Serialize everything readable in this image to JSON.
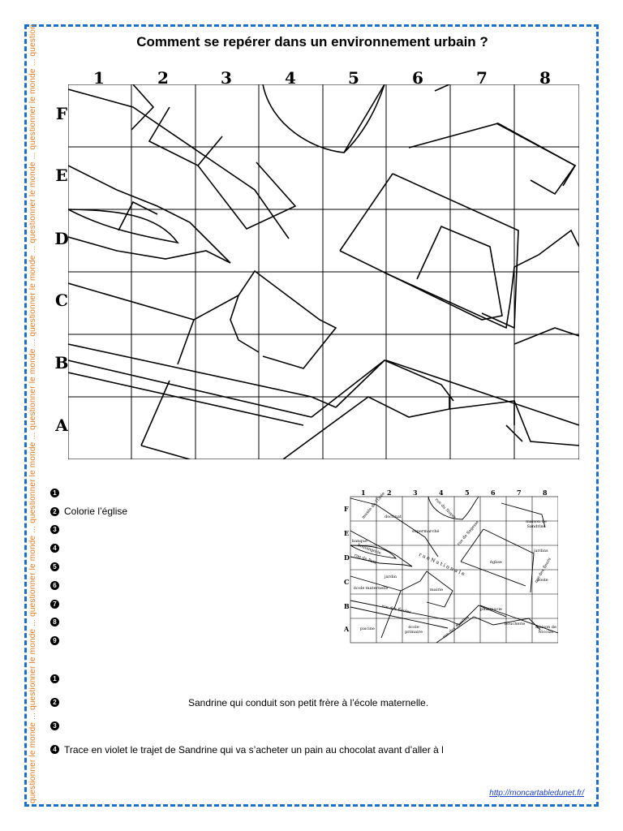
{
  "side_text": "questionner le monde ... questionner le monde ... questionner le monde ... questionner le monde ... questionner le monde ... questionner le monde ... questionner le monde ... questionner le monde ... questionner le monde ...",
  "title": "Comment se repérer dans un environnement urbain ?",
  "grid": {
    "columns": [
      "1",
      "2",
      "3",
      "4",
      "5",
      "6",
      "7",
      "8"
    ],
    "rows": [
      "F",
      "E",
      "D",
      "C",
      "B",
      "A"
    ]
  },
  "exercise1": {
    "items": [
      {
        "num": "1",
        "text": ""
      },
      {
        "num": "2",
        "text": "Colorie l’église"
      },
      {
        "num": "3",
        "text": ""
      },
      {
        "num": "4",
        "text": ""
      },
      {
        "num": "5",
        "text": ""
      },
      {
        "num": "6",
        "text": ""
      },
      {
        "num": "7",
        "text": ""
      },
      {
        "num": "8",
        "text": ""
      },
      {
        "num": "9",
        "text": ""
      }
    ]
  },
  "thumbnail": {
    "columns": [
      "1",
      "2",
      "3",
      "4",
      "5",
      "6",
      "7",
      "8"
    ],
    "rows": [
      "F",
      "E",
      "D",
      "C",
      "B",
      "A"
    ],
    "labels": {
      "musee": "musée de l'Orée",
      "doctinat": "doctinat",
      "rue_noyer": "rue du Noyer",
      "supermarche": "supermarché",
      "rue_sagesse": "rue de Sagesse",
      "maison_sandrine": "maison de Sandrine",
      "banque": "banque",
      "boulangerie": "boulangerie",
      "rue_paix": "rue de Paix",
      "rue_nationale": "r u e   N a t i o n a l e",
      "eglise": "église",
      "jardin": "jardin",
      "jardins": "jardins",
      "rue_fleurs": "rue des fleurs",
      "poste": "poste",
      "ecole_maternelle": "école maternelle",
      "mairie": "mairie",
      "rue_ecoles": "rue des Écoles",
      "pharmacie": "pharmacie",
      "piscine": "piscine",
      "ecole_primaire": "école primaire",
      "rue_abeilles": "rue des Abeilles",
      "boucherie": "boucherie",
      "maison_nicolas": "maison de Nicolas"
    }
  },
  "exercise2": {
    "items": [
      {
        "num": "1",
        "text": ""
      },
      {
        "num": "2",
        "text": "Sandrine qui conduit son petit frère à l’école maternelle."
      },
      {
        "num": "3",
        "text": ""
      },
      {
        "num": "4",
        "text": "Trace en violet le trajet de Sandrine qui va s’acheter un pain au chocolat avant d’aller à l"
      }
    ]
  },
  "footer_link": "http://moncartabledunet.fr/",
  "colors": {
    "frame": "#1a6fd0",
    "side_text": "#e07b20",
    "link": "#1a3fd0"
  }
}
